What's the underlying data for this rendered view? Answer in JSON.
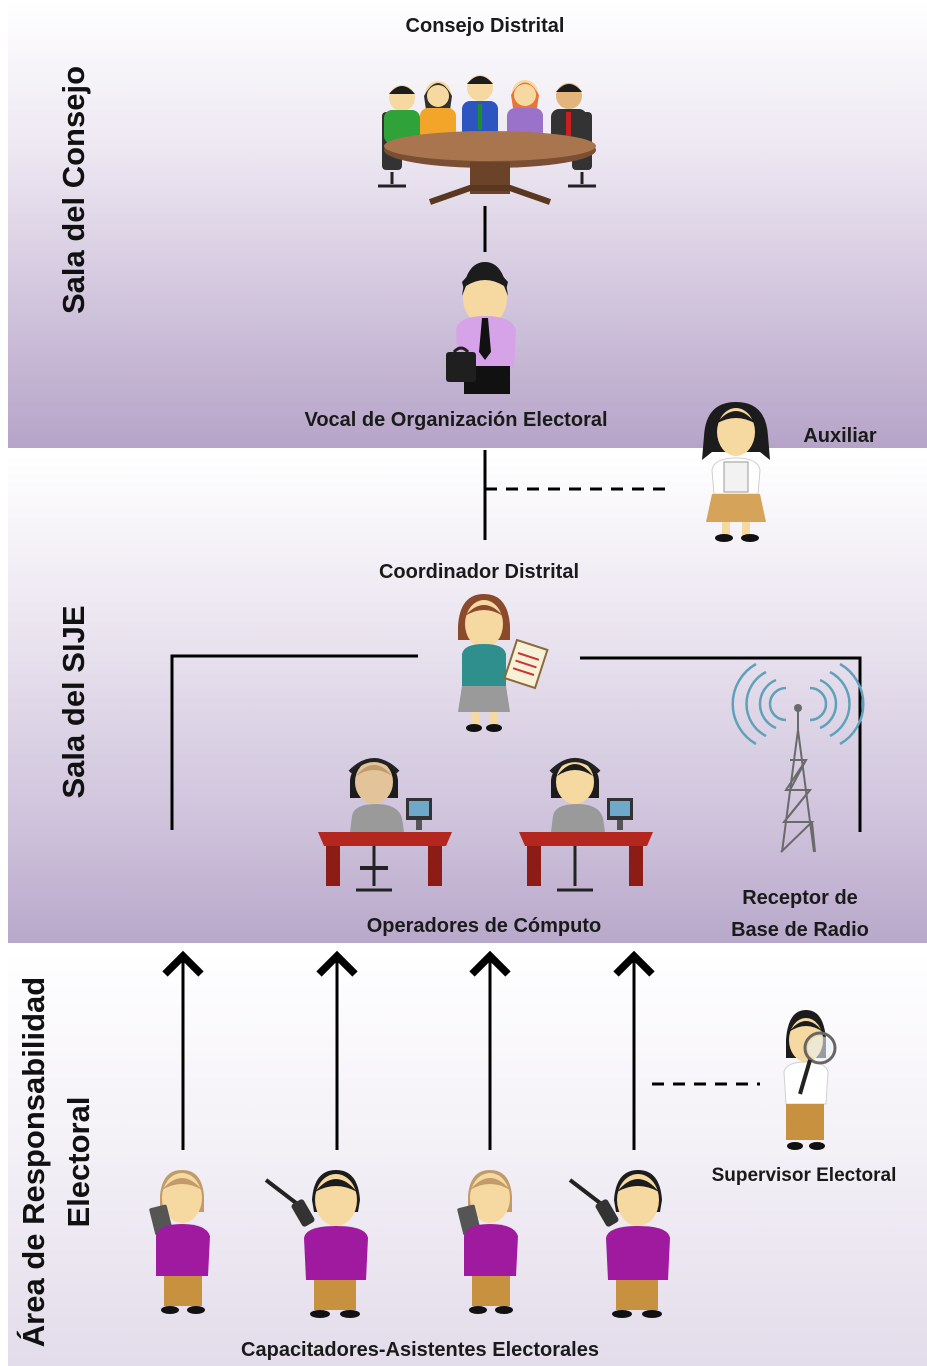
{
  "sections": {
    "consejo": "Sala del Consejo",
    "sije": "Sala del SIJE",
    "area_line1": "Área de Responsabilidad",
    "area_line2": "Electoral"
  },
  "labels": {
    "consejo_distrital": "Consejo Distrital",
    "vocal": "Vocal de Organización Electoral",
    "auxiliar": "Auxiliar",
    "coordinador": "Coordinador Distrital",
    "operadores": "Operadores de Cómputo",
    "receptor_line1": "Receptor de",
    "receptor_line2": "Base de Radio",
    "supervisor": "Supervisor Electoral",
    "capacitadores": "Capacitadores-Asistentes Electorales"
  },
  "colors": {
    "band_purple": "#b6a4c8",
    "shirt_purple": "#a01aa0",
    "shirt_lilac": "#d7a3e8",
    "teal": "#2f8f8c",
    "skin": "#f6d9a0",
    "hair": "#1c1c1c",
    "desk": "#b3271e"
  }
}
